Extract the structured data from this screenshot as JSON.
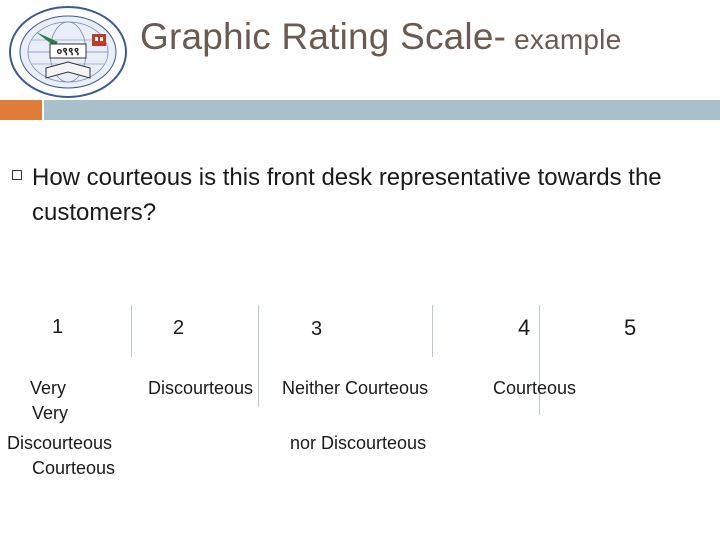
{
  "logo": {
    "name": "institute-seal",
    "number": "०९९९"
  },
  "title": {
    "main": "Graphic Rating Scale-",
    "sub": " example"
  },
  "question": "How courteous is this front desk representative towards the customers?",
  "scale": {
    "points": [
      "1",
      "2",
      "3",
      "4",
      "5"
    ],
    "labels": {
      "very_1": "Very",
      "very_2": "Very",
      "discourteous_left": "Discourteous",
      "courteous_left": "Courteous",
      "discourteous_mid": "Discourteous",
      "neither": "Neither Courteous",
      "nor": "nor Discourteous",
      "courteous_right": "Courteous"
    }
  },
  "colors": {
    "title": "#6b5a4f",
    "accent_orange": "#e07b39",
    "accent_blue": "#a9bfc9"
  }
}
